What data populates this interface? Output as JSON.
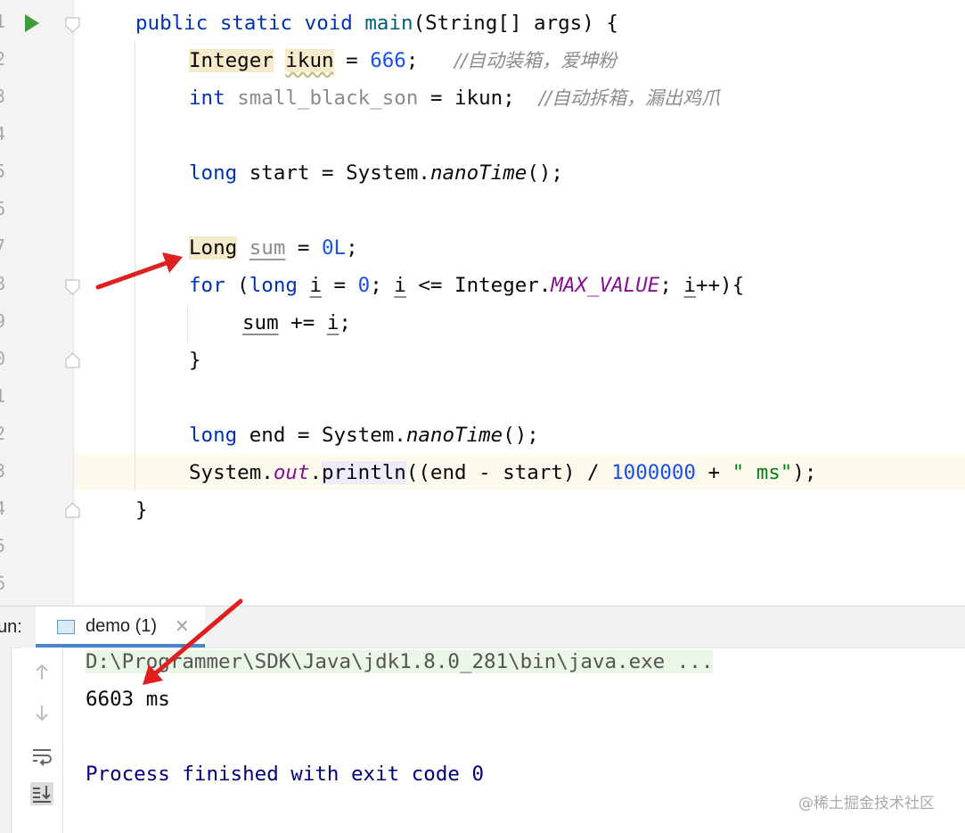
{
  "editor": {
    "line_numbers": [
      "1",
      "2",
      "3",
      "4",
      "5",
      "6",
      "7",
      "8",
      "9",
      "0",
      "1",
      "2",
      "3",
      "4",
      "5",
      "6"
    ],
    "code": {
      "l1": {
        "kw1": "public",
        "kw2": "static",
        "kw3": "void",
        "method": "main",
        "rest": "(String[] args) {"
      },
      "l2": {
        "type": "Integer",
        "var": "ikun",
        "eq": " = ",
        "num": "666",
        "semi": ";",
        "comment": "//自动装箱，爱坤粉"
      },
      "l3": {
        "kw": "int",
        "var": "small_black_son",
        "rest": " = ikun;",
        "comment": "//自动拆箱，漏出鸡爪"
      },
      "l5": {
        "kw": "long",
        "pre": " start = System.",
        "method": "nanoTime",
        "post": "();"
      },
      "l7": {
        "type": "Long",
        "var": "sum",
        "eq": " = ",
        "num": "0L",
        "semi": ";"
      },
      "l8": {
        "kw_for": "for",
        "p1": " (",
        "kw_long": "long",
        "sp": " ",
        "i1": "i",
        "eq": " = ",
        "zero": "0",
        "s1": "; ",
        "i2": "i",
        "le": " <= Integer.",
        "const": "MAX_VALUE",
        "s2": "; ",
        "i3": "i",
        "end": "++){"
      },
      "l9": {
        "var": "sum",
        "op": " += ",
        "i": "i",
        "semi": ";"
      },
      "l10": {
        "brace": "}"
      },
      "l12": {
        "kw": "long",
        "pre": " end = System.",
        "method": "nanoTime",
        "post": "();"
      },
      "l13": {
        "pre": "System.",
        "field": "out",
        "dot": ".",
        "method": "println",
        "args": "((end - start) / ",
        "num": "1000000",
        "plus": " + ",
        "str": "\" ms\"",
        "end": ");"
      },
      "l14": {
        "brace": "}"
      }
    }
  },
  "run_panel": {
    "label": "un:",
    "tab_label": "demo (1)",
    "tab_close": "×",
    "output": [
      "D:\\Programmer\\SDK\\Java\\jdk1.8.0_281\\bin\\java.exe ...",
      "6603 ms",
      "",
      "Process finished with exit code 0"
    ],
    "tools": [
      "arrow-up-icon",
      "arrow-down-icon",
      "soft-wrap-icon",
      "scroll-to-end-icon"
    ]
  },
  "watermark": "@稀土掘金技术社区",
  "colors": {
    "keyword": "#0033b3",
    "number": "#1750eb",
    "string": "#067d17",
    "comment": "#8c8c8c",
    "static_field": "#871094",
    "annotation_arrow": "#e02020",
    "process_text": "#00007a"
  }
}
